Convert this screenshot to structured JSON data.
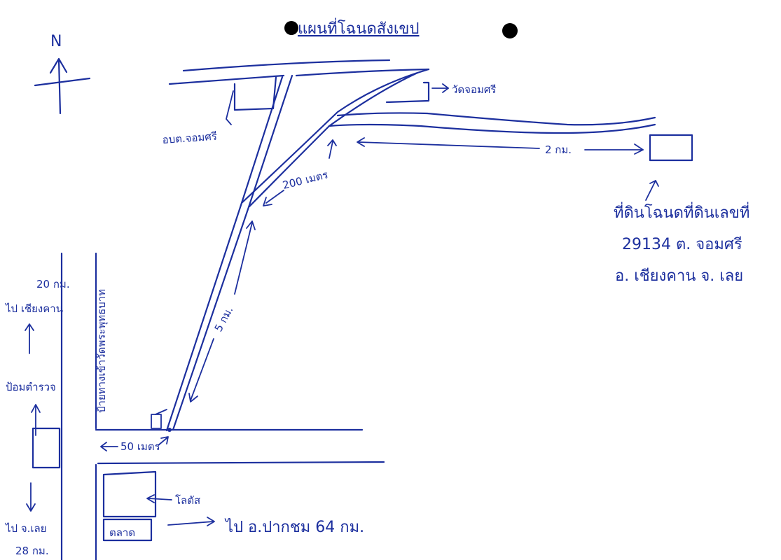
{
  "title": "แผนที่โฉนดสังเขป",
  "compass": {
    "label": "N"
  },
  "roads": {
    "main_road_west": {
      "distance_north": "20 กม.",
      "to_north": "ไป เชียงคาน",
      "to_south": "ไป จ.เลย",
      "distance_south": "28 กม."
    },
    "junction_segment": "50 เมตร",
    "long_road": "5 กม.",
    "fork_segment": "200 เมตร",
    "east_road": "2 กม.",
    "to_southeast": "ไป อ.ปากชม  64 กม."
  },
  "landmarks": {
    "sao_office": "อบต.จอมศรี",
    "temple": "วัดจอมศรี",
    "police_box": "ป้อมตำรวจ",
    "bus_stop": "ป้ายทางเข้าวัดพระพุทธบาท",
    "lotus": "โลตัส",
    "market": "ตลาด"
  },
  "parcel_note": {
    "line1": "ที่ดินโฉนดที่ดินเลขที่",
    "line2": "29134  ต. จอมศรี",
    "line3": "อ. เชียงคาน  จ. เลย"
  },
  "colors": {
    "ink": "#1c2f9e",
    "paper": "#ffffff",
    "dot": "#000000"
  }
}
